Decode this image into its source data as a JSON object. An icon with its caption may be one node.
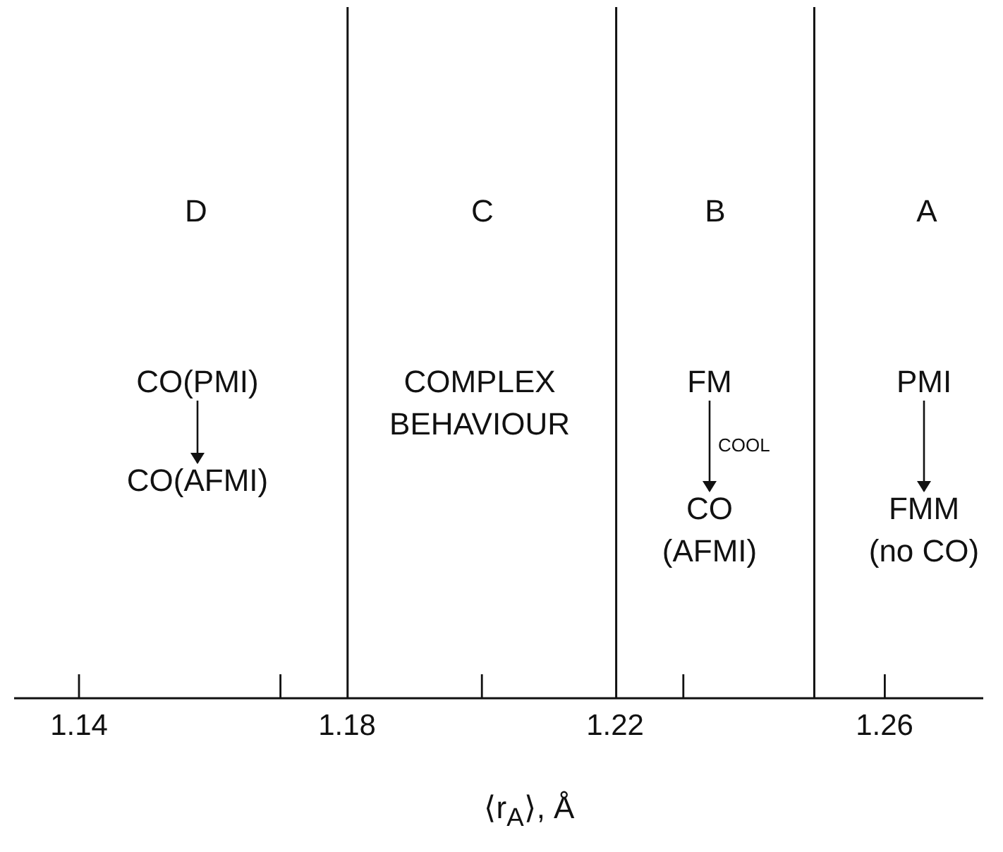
{
  "diagram": {
    "nodes": [
      {
        "text": [
          "CO(PMI)"
        ]
      },
      {
        "text": [
          "CO(AFMI)"
        ]
      },
      {
        "text": [
          "FM"
        ]
      },
      {
        "text": [
          "CO (AFMI)"
        ]
      },
      {
        "text": [
          "PMI"
        ]
      },
      {
        "text": [
          "FMM (no CO)"
        ]
      }
    ],
    "edges": [
      {
        "from": 0,
        "to": 1,
        "arrow": "to"
      },
      {
        "from": 2,
        "to": 3,
        "arrow": "to",
        "label": "COOL"
      },
      {
        "from": 4,
        "to": 5,
        "arrow": "to"
      }
    ],
    "labels": [
      "D",
      "C",
      "B",
      "A",
      "COMPLEX BEHAVIOUR",
      "1.14",
      "1.18",
      "1.22",
      "1.26",
      "⟨r$_{A}$⟩, Å"
    ]
  }
}
